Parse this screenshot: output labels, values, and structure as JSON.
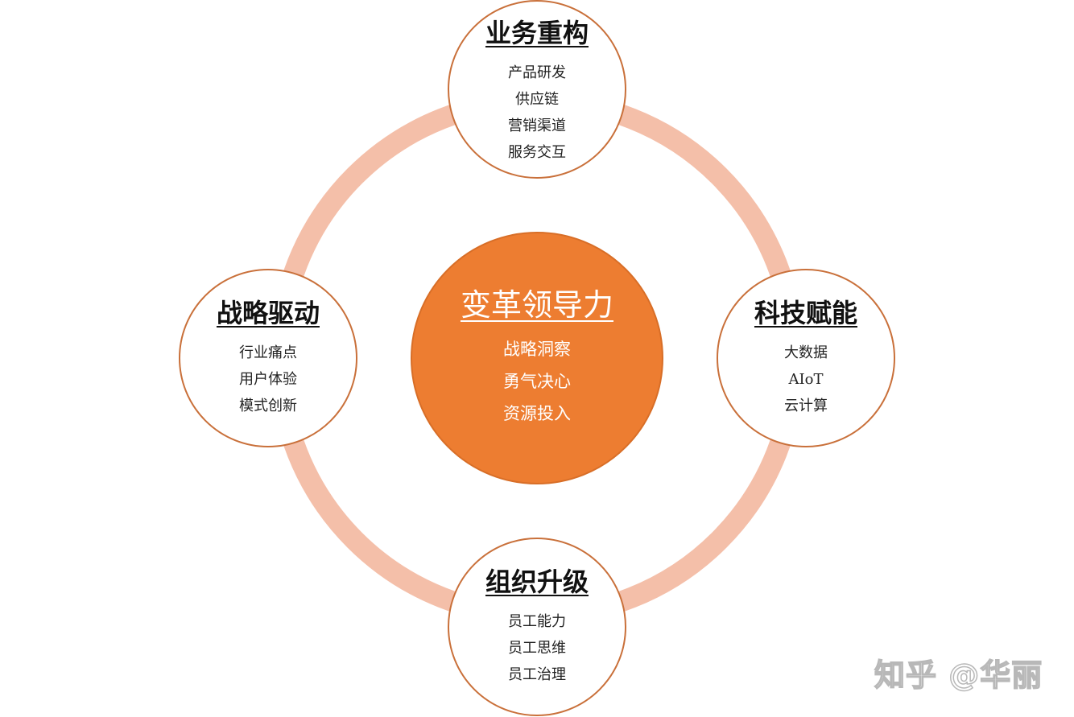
{
  "colors": {
    "ring": "#F4BFA9",
    "satellite_border": "#C9703A",
    "center_fill": "#ED7D31",
    "center_text": "#FFFFFF"
  },
  "center": {
    "title": "变革领导力",
    "items": [
      "战略洞察",
      "勇气决心",
      "资源投入"
    ]
  },
  "nodes": {
    "top": {
      "title": "业务重构",
      "items": [
        "产品研发",
        "供应链",
        "营销渠道",
        "服务交互"
      ]
    },
    "left": {
      "title": "战略驱动",
      "items": [
        "行业痛点",
        "用户体验",
        "模式创新"
      ]
    },
    "right": {
      "title": "科技赋能",
      "items": [
        "大数据",
        "AIoT",
        "云计算"
      ]
    },
    "bottom": {
      "title": "组织升级",
      "items": [
        "员工能力",
        "员工思维",
        "员工治理"
      ]
    }
  },
  "watermark": "知乎 @华丽"
}
